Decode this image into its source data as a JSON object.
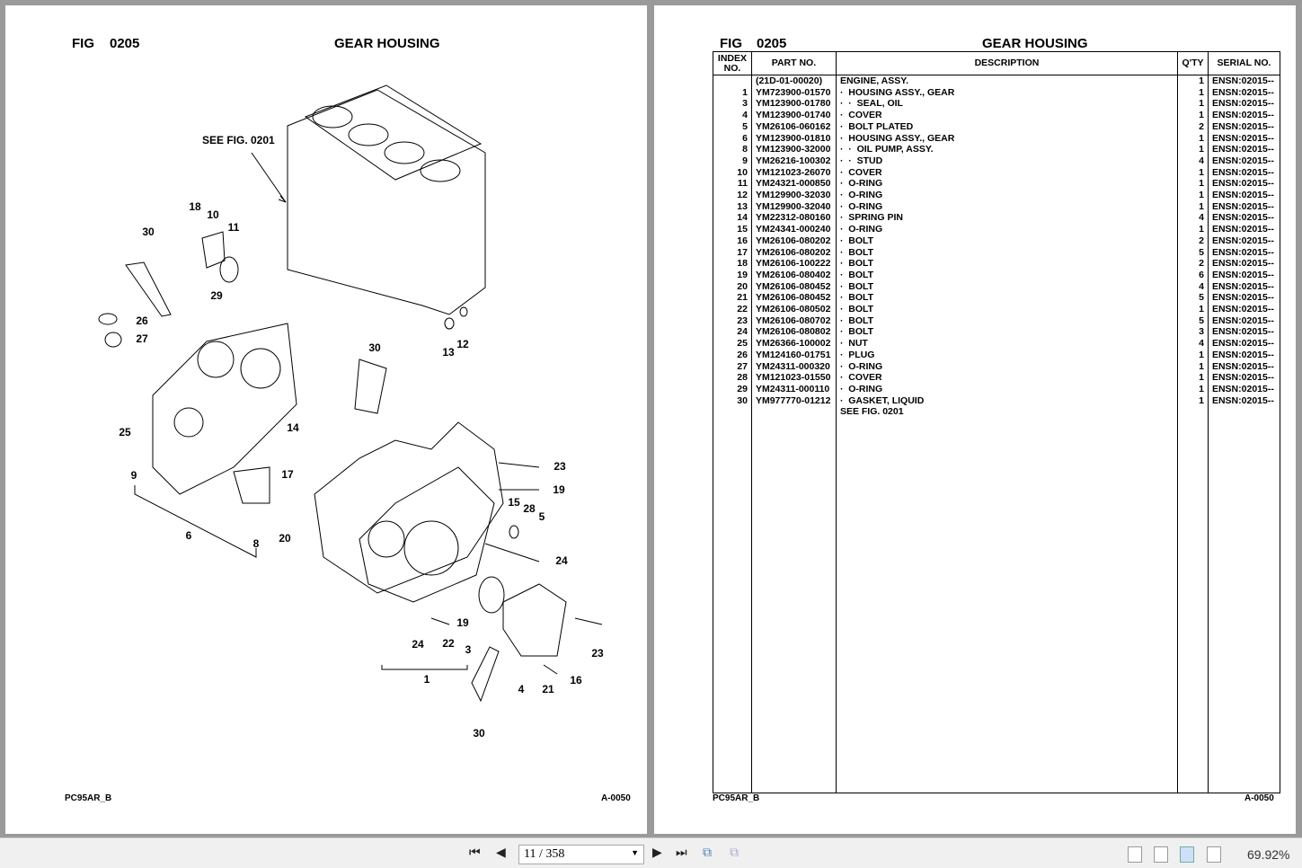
{
  "left_page": {
    "fig_label": "FIG",
    "fig_no": "0205",
    "title": "GEAR HOUSING",
    "footer_left": "PC95AR_B",
    "footer_right": "A-0050"
  },
  "diagram": {
    "see_fig": "SEE FIG. 0201",
    "callouts": [
      "18",
      "10",
      "11",
      "30",
      "29",
      "26",
      "27",
      "25",
      "9",
      "14",
      "17",
      "20",
      "8",
      "6",
      "13",
      "12",
      "30",
      "23",
      "19",
      "15",
      "28",
      "5",
      "24",
      "3",
      "19",
      "22",
      "24",
      "1",
      "23",
      "16",
      "21",
      "4",
      "30"
    ]
  },
  "right_page": {
    "fig_label": "FIG",
    "fig_no": "0205",
    "title": "GEAR HOUSING",
    "footer_left": "PC95AR_B",
    "footer_right": "A-0050",
    "columns": [
      "INDEX NO.",
      "PART NO.",
      "DESCRIPTION",
      "Q'TY",
      "SERIAL NO."
    ],
    "rows": [
      [
        "",
        "(21D-01-00020)",
        "ENGINE, ASSY.",
        "1",
        "ENSN:02015--"
      ],
      [
        "1",
        "YM723900-01570",
        "·  HOUSING ASSY., GEAR",
        "1",
        "ENSN:02015--"
      ],
      [
        "3",
        "YM123900-01780",
        "·  ·  SEAL, OIL",
        "1",
        "ENSN:02015--"
      ],
      [
        "4",
        "YM123900-01740",
        "·  COVER",
        "1",
        "ENSN:02015--"
      ],
      [
        "5",
        "YM26106-060162",
        "·  BOLT PLATED",
        "2",
        "ENSN:02015--"
      ],
      [
        "6",
        "YM123900-01810",
        "·  HOUSING ASSY., GEAR",
        "1",
        "ENSN:02015--"
      ],
      [
        "8",
        "YM123900-32000",
        "·  ·  OIL PUMP, ASSY.",
        "1",
        "ENSN:02015--"
      ],
      [
        "9",
        "YM26216-100302",
        "·  ·  STUD",
        "4",
        "ENSN:02015--"
      ],
      [
        "10",
        "YM121023-26070",
        "·  COVER",
        "1",
        "ENSN:02015--"
      ],
      [
        "11",
        "YM24321-000850",
        "·  O-RING",
        "1",
        "ENSN:02015--"
      ],
      [
        "12",
        "YM129900-32030",
        "·  O-RING",
        "1",
        "ENSN:02015--"
      ],
      [
        "13",
        "YM129900-32040",
        "·  O-RING",
        "1",
        "ENSN:02015--"
      ],
      [
        "14",
        "YM22312-080160",
        "·  SPRING PIN",
        "4",
        "ENSN:02015--"
      ],
      [
        "15",
        "YM24341-000240",
        "·  O-RING",
        "1",
        "ENSN:02015--"
      ],
      [
        "16",
        "YM26106-080202",
        "·  BOLT",
        "2",
        "ENSN:02015--"
      ],
      [
        "17",
        "YM26106-080202",
        "·  BOLT",
        "5",
        "ENSN:02015--"
      ],
      [
        "18",
        "YM26106-100222",
        "·  BOLT",
        "2",
        "ENSN:02015--"
      ],
      [
        "19",
        "YM26106-080402",
        "·  BOLT",
        "6",
        "ENSN:02015--"
      ],
      [
        "20",
        "YM26106-080452",
        "·  BOLT",
        "4",
        "ENSN:02015--"
      ],
      [
        "21",
        "YM26106-080452",
        "·  BOLT",
        "5",
        "ENSN:02015--"
      ],
      [
        "22",
        "YM26106-080502",
        "·  BOLT",
        "1",
        "ENSN:02015--"
      ],
      [
        "23",
        "YM26106-080702",
        "·  BOLT",
        "5",
        "ENSN:02015--"
      ],
      [
        "24",
        "YM26106-080802",
        "·  BOLT",
        "3",
        "ENSN:02015--"
      ],
      [
        "25",
        "YM26366-100002",
        "·  NUT",
        "4",
        "ENSN:02015--"
      ],
      [
        "26",
        "YM124160-01751",
        "·  PLUG",
        "1",
        "ENSN:02015--"
      ],
      [
        "27",
        "YM24311-000320",
        "·  O-RING",
        "1",
        "ENSN:02015--"
      ],
      [
        "28",
        "YM121023-01550",
        "·  COVER",
        "1",
        "ENSN:02015--"
      ],
      [
        "29",
        "YM24311-000110",
        "·  O-RING",
        "1",
        "ENSN:02015--"
      ],
      [
        "30",
        "YM977770-01212",
        "·  GASKET, LIQUID",
        "1",
        "ENSN:02015--"
      ],
      [
        "",
        "",
        "SEE FIG. 0201",
        "",
        ""
      ]
    ]
  },
  "toolbar": {
    "page_value": "11 / 358",
    "zoom": "69.92%"
  }
}
